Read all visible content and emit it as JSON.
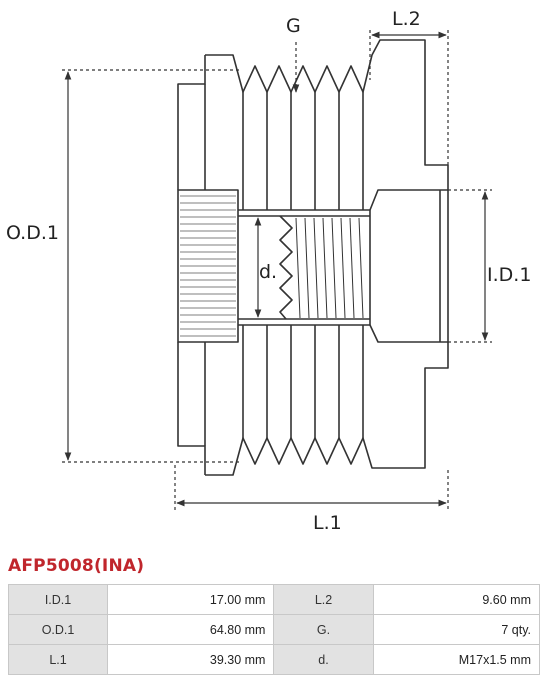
{
  "diagram": {
    "labels": {
      "g": "G",
      "l2": "L.2",
      "od1": "O.D.1",
      "d": "d.",
      "id1": "I.D.1",
      "l1": "L.1"
    }
  },
  "product": {
    "title": "AFP5008(INA)"
  },
  "specs": {
    "rows": [
      {
        "left_key": "I.D.1",
        "left_value": "17.00 mm",
        "right_key": "L.2",
        "right_value": "9.60 mm"
      },
      {
        "left_key": "O.D.1",
        "left_value": "64.80 mm",
        "right_key": "G.",
        "right_value": "7 qty."
      },
      {
        "left_key": "L.1",
        "left_value": "39.30 mm",
        "right_key": "d.",
        "right_value": "M17x1.5 mm"
      }
    ]
  },
  "colors": {
    "line": "#333333",
    "title": "#c0262c",
    "key_cell": "#e2e2e2"
  }
}
